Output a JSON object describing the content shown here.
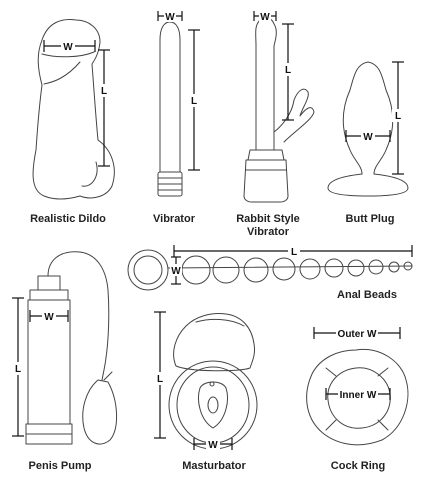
{
  "items": [
    {
      "label": "Realistic Dildo",
      "dims": {
        "w": "W",
        "l": "L"
      }
    },
    {
      "label": "Vibrator",
      "dims": {
        "w": "W",
        "l": "L"
      }
    },
    {
      "label": "Rabbit Style\nVibrator",
      "dims": {
        "w": "W",
        "l": "L"
      }
    },
    {
      "label": "Butt Plug",
      "dims": {
        "w": "W",
        "l": "L"
      }
    },
    {
      "label": "Anal Beads",
      "dims": {
        "w": "W",
        "l": "L"
      }
    },
    {
      "label": "Penis Pump",
      "dims": {
        "w": "W",
        "l": "L"
      }
    },
    {
      "label": "Masturbator",
      "dims": {
        "w": "W",
        "l": "L"
      }
    },
    {
      "label": "Cock Ring",
      "dims": {
        "outer_w": "Outer W",
        "inner_w": "Inner W"
      }
    }
  ]
}
